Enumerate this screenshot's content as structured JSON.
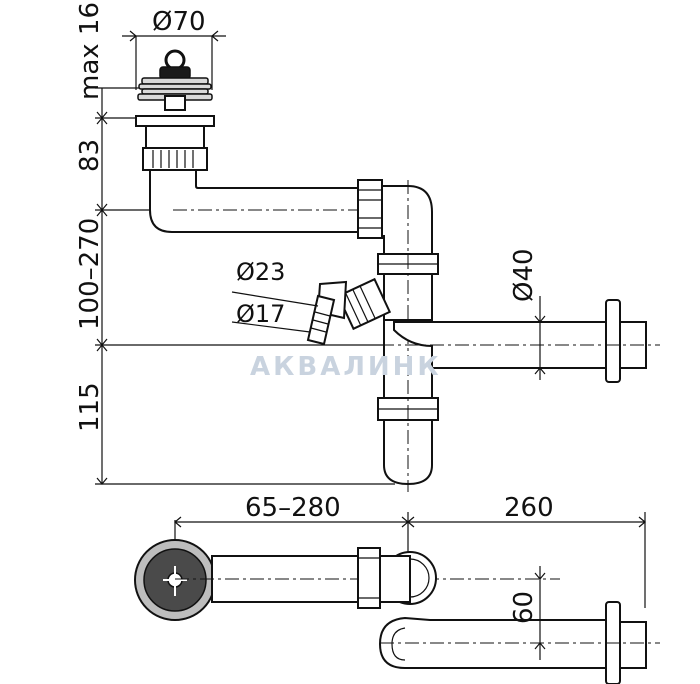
{
  "dimensions": {
    "strainer_diameter": "Ø70",
    "strainer_height": "max 16",
    "overflow_height": "83",
    "adjust_height": "100–270",
    "outlet_height": "115",
    "hose_outer": "Ø23",
    "hose_inner": "Ø17",
    "outlet_diameter": "Ø40",
    "horizontal_adjust": "65–280",
    "outlet_length": "260",
    "offset": "60"
  },
  "watermark": "АКВАЛИНК",
  "colors": {
    "line": "#111111",
    "watermark": "#c9d3df",
    "shade": "#d9d9d9"
  }
}
